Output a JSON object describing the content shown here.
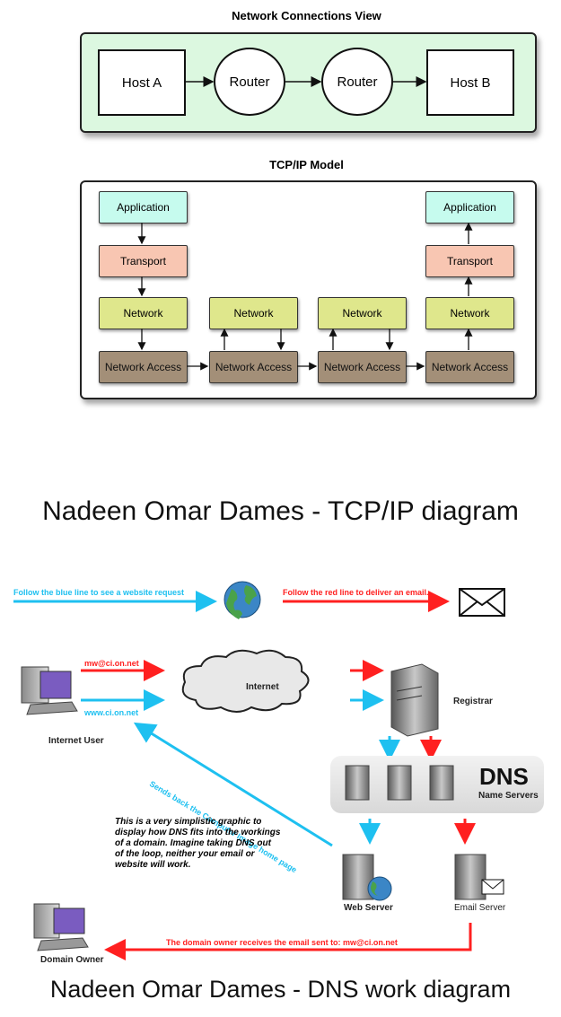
{
  "network_view": {
    "title": "Network Connections View",
    "host_a": "Host A",
    "router_1": "Router",
    "router_2": "Router",
    "host_b": "Host B"
  },
  "tcp_model": {
    "title": "TCP/IP Model",
    "application": "Application",
    "transport": "Transport",
    "network": "Network",
    "network_access": "Network Access"
  },
  "caption_1": "Nadeen Omar Dames - TCP/IP diagram",
  "dns": {
    "blue_instruction": "Follow the blue line to see a website request",
    "red_instruction": "Follow the red line to deliver an email.",
    "email_address": "mw@ci.on.net",
    "website": "www.ci.on.net",
    "internet": "Internet",
    "registrar": "Registrar",
    "internet_user": "Internet User",
    "sends_back": "Sends back the Computer Image home page",
    "dns_title": "DNS",
    "dns_subtitle": "Name Servers",
    "note": "This is a very simplistic graphic to display how DNS fits into the workings of a domain. Imagine taking DNS out of the loop, neither your email or website will work.",
    "web_server": "Web Server",
    "email_server": "Email Server",
    "domain_owner": "Domain Owner",
    "owner_receives": "The domain owner receives the email sent to: mw@ci.on.net"
  },
  "caption_2": "Nadeen Omar Dames - DNS work diagram",
  "colors": {
    "blue_line": "#1ec0f0",
    "red_line": "#ff2020",
    "ncv_bg": "#dcf8e0",
    "application": "#c6fbee",
    "transport": "#f8c6b2",
    "network": "#dfe78c",
    "network_access": "#a38f78"
  }
}
